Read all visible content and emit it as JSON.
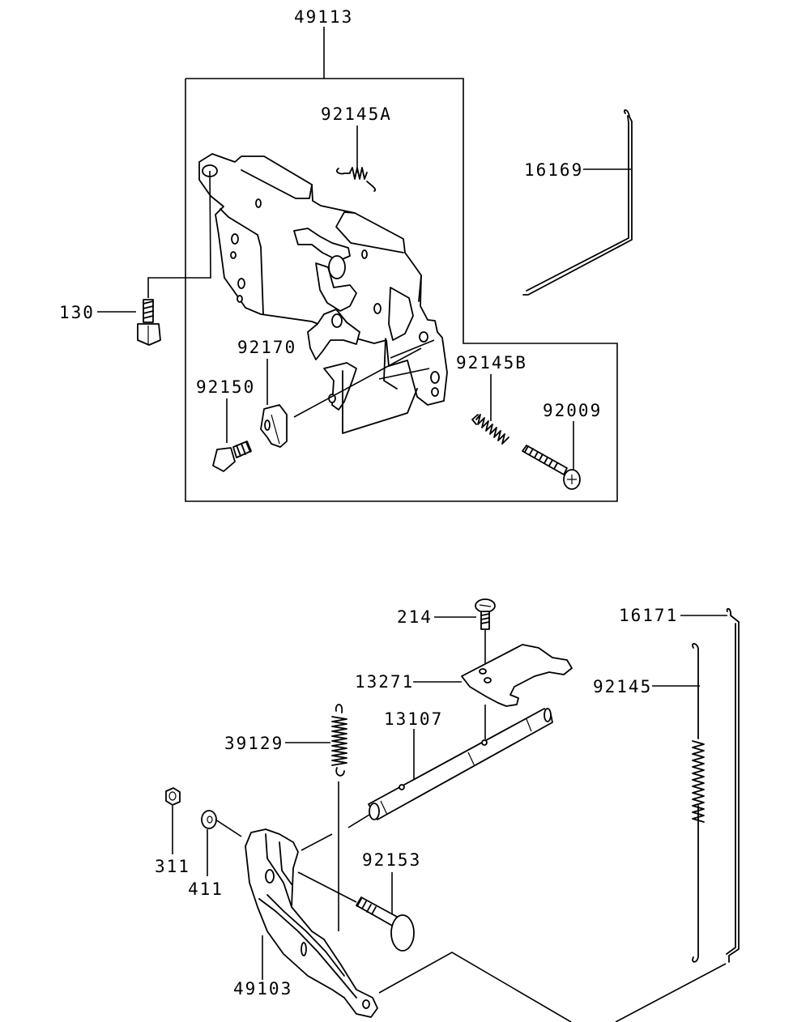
{
  "labels": {
    "p49113": "49113",
    "p92145A": "92145A",
    "p16169": "16169",
    "p130": "130",
    "p92170": "92170",
    "p92145B": "92145B",
    "p92150": "92150",
    "p92009": "92009",
    "p214": "214",
    "p16171": "16171",
    "p13271": "13271",
    "p92145": "92145",
    "p13107": "13107",
    "p39129": "39129",
    "p311": "311",
    "p411": "411",
    "p92153": "92153",
    "p49103": "49103"
  }
}
